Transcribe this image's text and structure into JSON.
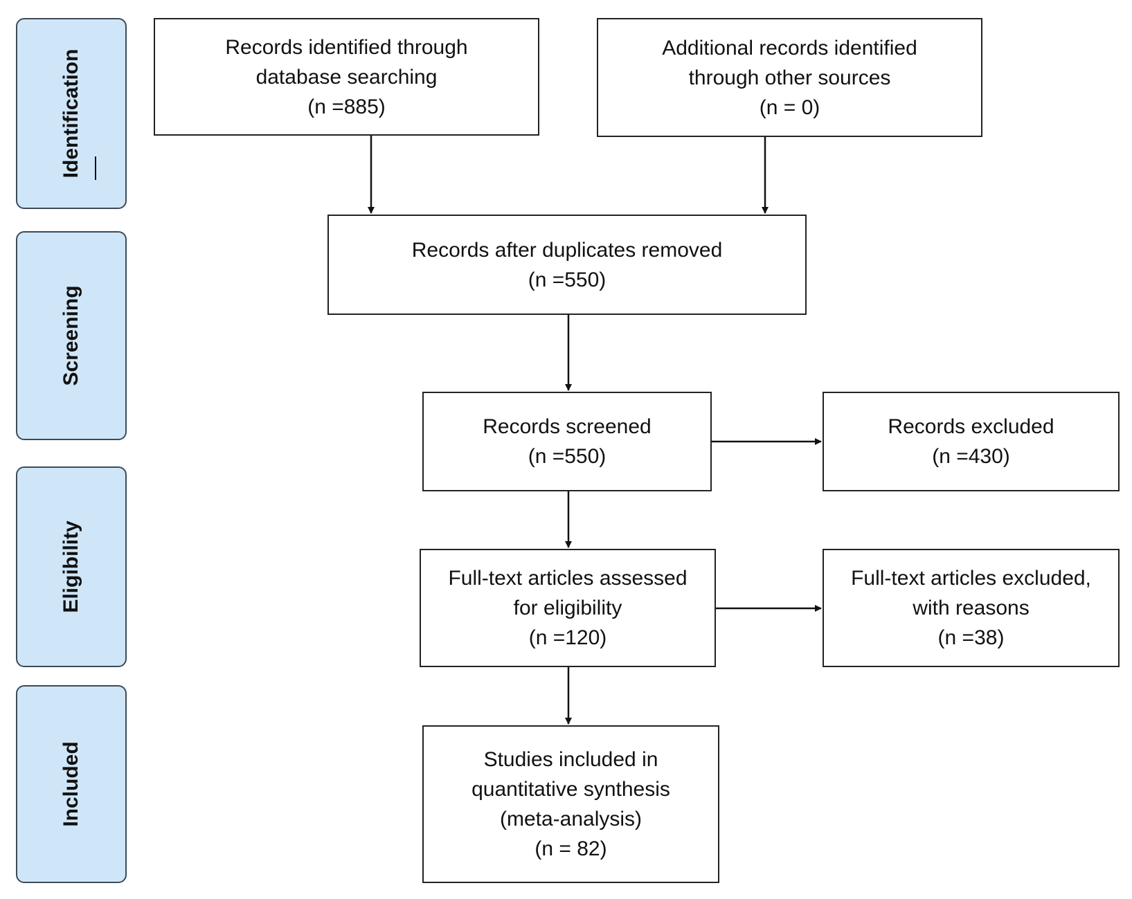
{
  "stages": {
    "identification": "Identification",
    "screening": "Screening",
    "eligibility": "Eligibility",
    "included": "Included"
  },
  "boxes": {
    "db_records": {
      "line1": "Records identified through",
      "line2": "database searching",
      "line3": "(n =885)"
    },
    "other_records": {
      "line1": "Additional records identified",
      "line2": "through other sources",
      "line3": "(n = 0)"
    },
    "deduplicated": {
      "line1": "Records after duplicates removed",
      "line2": "(n =550)"
    },
    "screened": {
      "line1": "Records screened",
      "line2": "(n =550)"
    },
    "excluded": {
      "line1": "Records excluded",
      "line2": "(n =430)"
    },
    "fulltext_assessed": {
      "line1": "Full-text articles assessed",
      "line2": "for eligibility",
      "line3": "(n =120)"
    },
    "fulltext_excluded": {
      "line1": "Full-text articles excluded,",
      "line2": "with reasons",
      "line3": "(n =38)"
    },
    "included": {
      "line1": "Studies included in",
      "line2": "quantitative synthesis",
      "line3": "(meta-analysis)",
      "line4": "(n = 82)"
    }
  }
}
